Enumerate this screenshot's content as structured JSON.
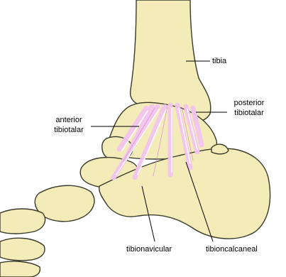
{
  "labels": {
    "tibia": "tibia",
    "posterior_line1": "posterior",
    "posterior_line2": "tibiotalar",
    "anterior_line1": "anterior",
    "anterior_line2": "tibiotalar",
    "tibionavicular": "tibionavicular",
    "tibiocalcaneal": "tibioncalcaneal"
  },
  "colors": {
    "bone_fill": "#f4ecb8",
    "bone_outline": "#3a3a2a",
    "ligament": "#f3c4ef",
    "ligament_highlight": "#ffffff",
    "leader_line": "#000000"
  }
}
